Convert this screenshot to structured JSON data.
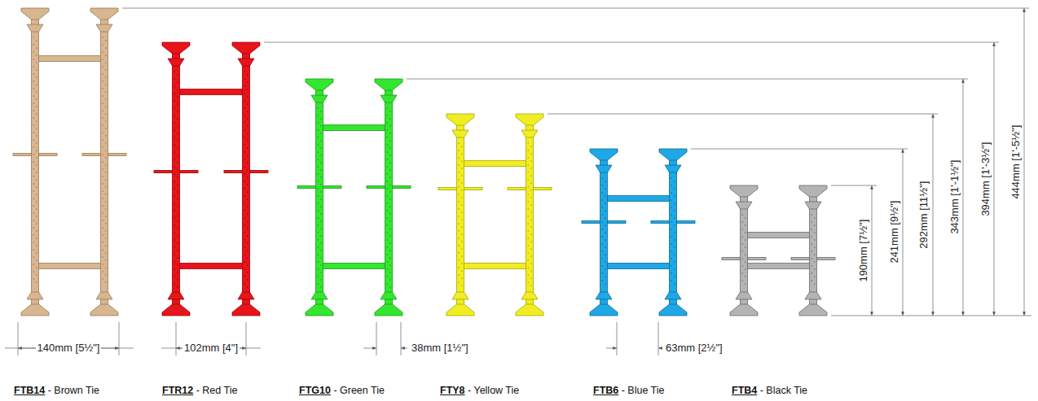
{
  "diagram": {
    "labels": [
      "140mm [5½\"]",
      "102mm [4\"]",
      "38mm [1½\"]",
      "63mm [2½\"]",
      "190mm [7½\"]",
      "241mm [9½\"]",
      "292mm [11½\"]",
      "343mm [1'-1½\"]",
      "394mm [1'-3½\"]",
      "444mm [1'-5½\"]",
      "FTB14 - Brown Tie",
      "FTR12 - Red Tie",
      "FTG10 - Green Tie",
      "FTY8 - Yellow Tie",
      "FTB6 - Blue Tie",
      "FTB4 - Black Tie"
    ]
  }
}
